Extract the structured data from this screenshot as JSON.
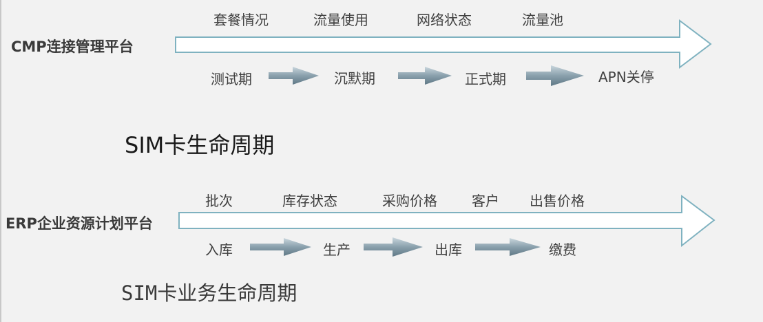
{
  "colors": {
    "background": "#f2f2f2",
    "big_arrow_stroke": "#7fb2c0",
    "big_arrow_fill": "#ffffff",
    "small_arrow_light": "#b9c9d2",
    "small_arrow_dark": "#6c8592"
  },
  "cmp": {
    "platform_label": "CMP连接管理平台",
    "functions": [
      "套餐情况",
      "流量使用",
      "网络状态",
      "流量池"
    ],
    "stages": [
      "测试期",
      "沉默期",
      "正式期",
      "APN关停"
    ],
    "lifecycle_title": "SIM卡生命周期"
  },
  "erp": {
    "platform_label": "ERP企业资源计划平台",
    "functions": [
      "批次",
      "库存状态",
      "采购价格",
      "客户",
      "出售价格"
    ],
    "stages": [
      "入库",
      "生产",
      "出库",
      "缴费"
    ],
    "lifecycle_title": "SIM卡业务生命周期"
  }
}
